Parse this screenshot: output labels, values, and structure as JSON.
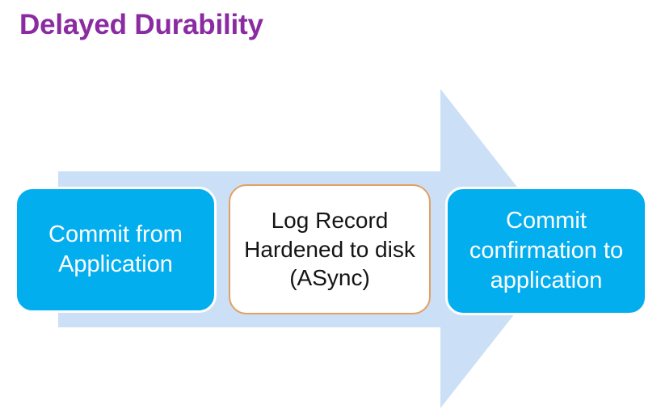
{
  "slide": {
    "title": "Delayed Durability",
    "title_color": "#8A2BA2",
    "background_color": "#FFFFFF"
  },
  "diagram": {
    "type": "process-arrow",
    "arrow": {
      "name": "right-arrow-shape",
      "fill_color": "#CBE0F6",
      "direction": "right"
    },
    "steps": [
      {
        "index": 1,
        "label": "Commit from Application",
        "lines": [
          "Commit from",
          "Application"
        ],
        "style": "filled",
        "fill_color": "#03AEEF",
        "border_color": "#FFFFFF",
        "text_color": "#FFFFFF"
      },
      {
        "index": 2,
        "label": "Log Record Hardened to disk (ASync)",
        "lines": [
          "Log Record",
          "Hardened to",
          "disk (ASync)"
        ],
        "style": "outlined",
        "fill_color": "#FFFFFF",
        "border_color": "#E2A063",
        "text_color": "#141414"
      },
      {
        "index": 3,
        "label": "Commit confirmation to application",
        "lines": [
          "Commit",
          "confirmation",
          "to application"
        ],
        "style": "filled",
        "fill_color": "#03AEEF",
        "border_color": "#FFFFFF",
        "text_color": "#FFFFFF"
      }
    ]
  }
}
